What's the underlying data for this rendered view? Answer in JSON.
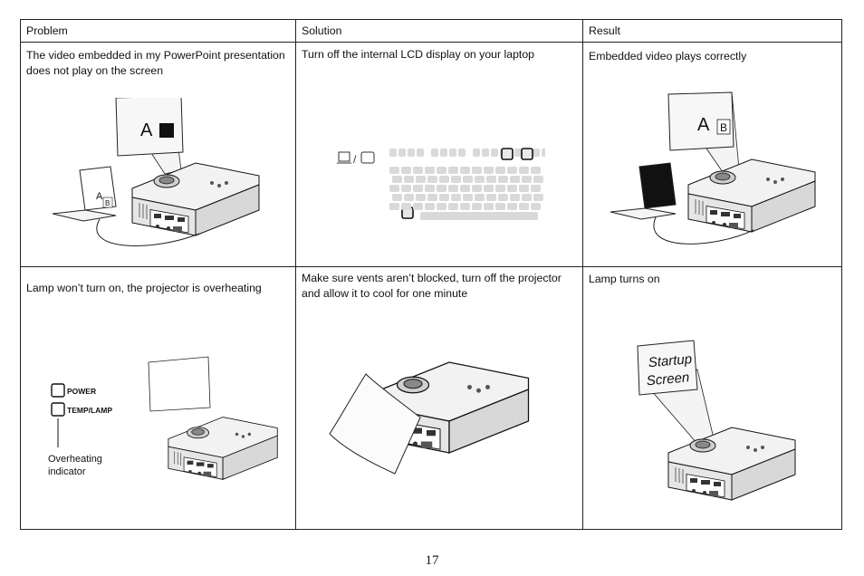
{
  "headers": {
    "problem": "Problem",
    "solution": "Solution",
    "result": "Result"
  },
  "rows": [
    {
      "problem": "The video embedded in my PowerPoint presentation does not play on the screen",
      "solution": "Turn off the internal LCD display on your laptop",
      "result": "Embedded video plays correctly"
    },
    {
      "problem": "Lamp won’t turn on, the projector is overheating",
      "solution": "Make sure vents aren’t blocked, turn off the projector and allow it to cool for one minute",
      "result": "Lamp turns on"
    }
  ],
  "illustrations": {
    "screen_letter_a": "A",
    "screen_letter_b": "B",
    "power_label": "POWER",
    "temp_lamp_label": "TEMP/LAMP",
    "overheating_label_line1": "Overheating",
    "overheating_label_line2": "indicator",
    "startup_line1": "Startup",
    "startup_line2": "Screen"
  },
  "page_number": "17"
}
